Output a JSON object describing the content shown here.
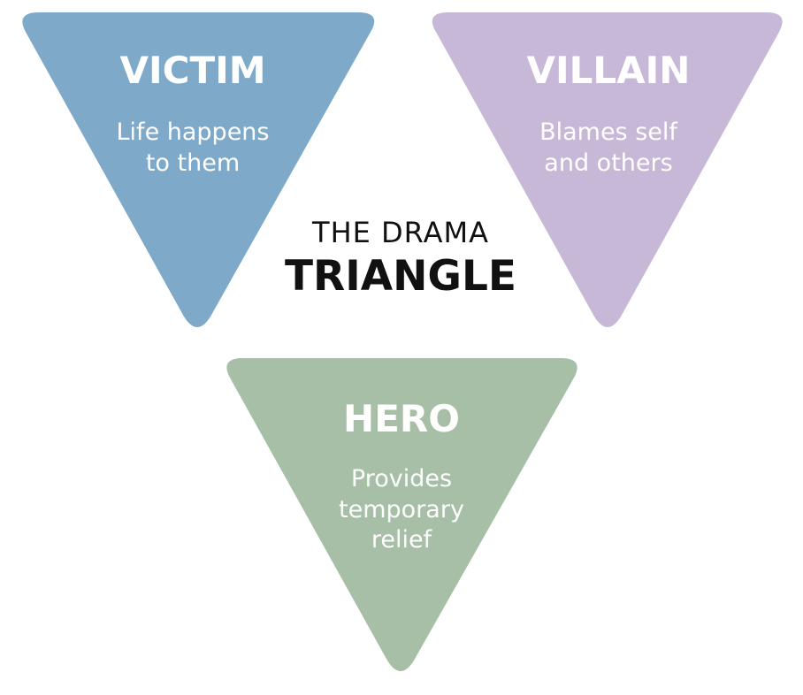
{
  "center": {
    "line1": "THE DRAMA",
    "line2": "TRIANGLE"
  },
  "roles": {
    "victim": {
      "title": "VICTIM",
      "desc": [
        "Life happens",
        "to them"
      ],
      "color": "#7ea9c9"
    },
    "villain": {
      "title": "VILLAIN",
      "desc": [
        "Blames self",
        "and others"
      ],
      "color": "#c6b8d6"
    },
    "hero": {
      "title": "HERO",
      "desc": [
        "Provides",
        "temporary",
        "relief"
      ],
      "color": "#a6bfa6"
    }
  }
}
